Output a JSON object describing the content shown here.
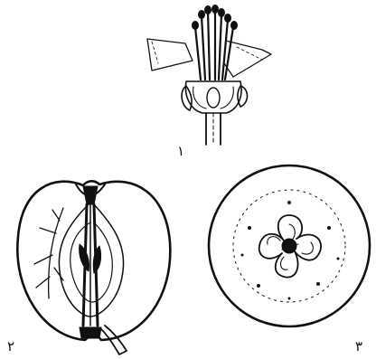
{
  "figures": [
    {
      "id": "flower-section",
      "label": "١"
    },
    {
      "id": "apple-longitudinal-section",
      "label": "٢"
    },
    {
      "id": "apple-cross-section",
      "label": "٣"
    }
  ],
  "colors": {
    "ink": "#111111",
    "paper": "#ffffff"
  }
}
